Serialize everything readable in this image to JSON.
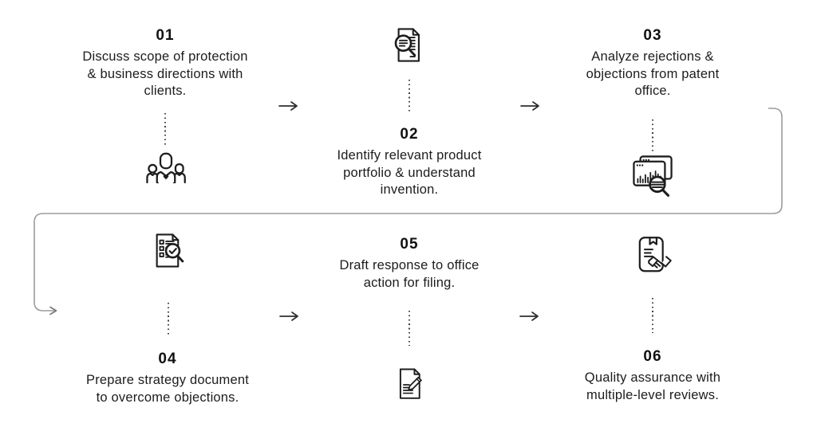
{
  "diagram": {
    "steps": [
      {
        "number": "01",
        "text": "Discuss scope of protection\n& business directions with\nclients.",
        "icon": "team-icon"
      },
      {
        "number": "02",
        "text": "Identify relevant product\nportfolio & understand\ninvention.",
        "icon": "document-magnifier-icon"
      },
      {
        "number": "03",
        "text": "Analyze rejections &\nobjections from patent\noffice.",
        "icon": "analytics-windows-magnifier-icon"
      },
      {
        "number": "04",
        "text": "Prepare strategy document\nto overcome objections.",
        "icon": "checklist-magnifier-check-icon"
      },
      {
        "number": "05",
        "text": "Draft response to office\naction for filing.",
        "icon": "document-pencil-icon"
      },
      {
        "number": "06",
        "text": "Quality assurance with\nmultiple-level reviews.",
        "icon": "document-handshake-icon"
      }
    ],
    "colors": {
      "background": "#ffffff",
      "text": "#1c1c1c",
      "icon_stroke": "#1d1d1d",
      "arrow": "#2e2e2e",
      "loop_line": "#9c9c9c",
      "dotted_line": "#3f3f3f"
    }
  }
}
